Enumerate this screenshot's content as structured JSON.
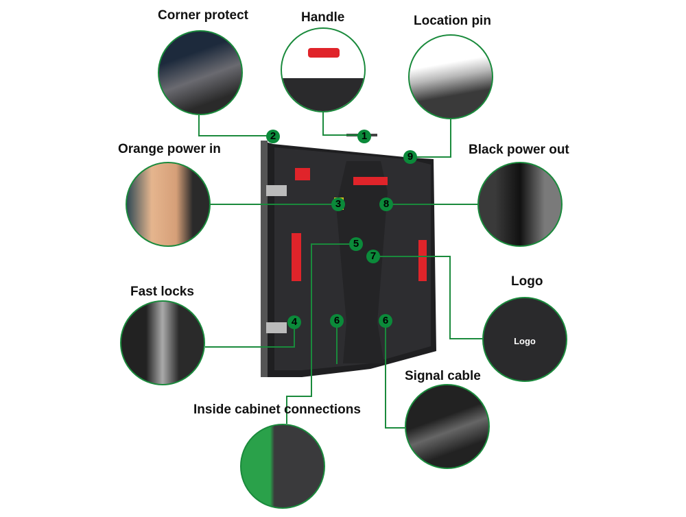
{
  "title_labels": {
    "corner_protect": "Corner protect",
    "handle": "Handle",
    "location_pin": "Location pin",
    "orange_power_in": "Orange power in",
    "black_power_out": "Black power out",
    "fast_locks": "Fast locks",
    "logo": "Logo",
    "signal_cable": "Signal cable",
    "inside_cabinet": "Inside cabinet connections"
  },
  "logo_text": "Logo",
  "markers": [
    "1",
    "2",
    "3",
    "4",
    "5",
    "6",
    "6",
    "7",
    "8",
    "9"
  ],
  "colors": {
    "accent": "#0b8a3a",
    "line": "#1a8a3c",
    "cabinet": "#2a2a2c",
    "red": "#e0242a"
  }
}
